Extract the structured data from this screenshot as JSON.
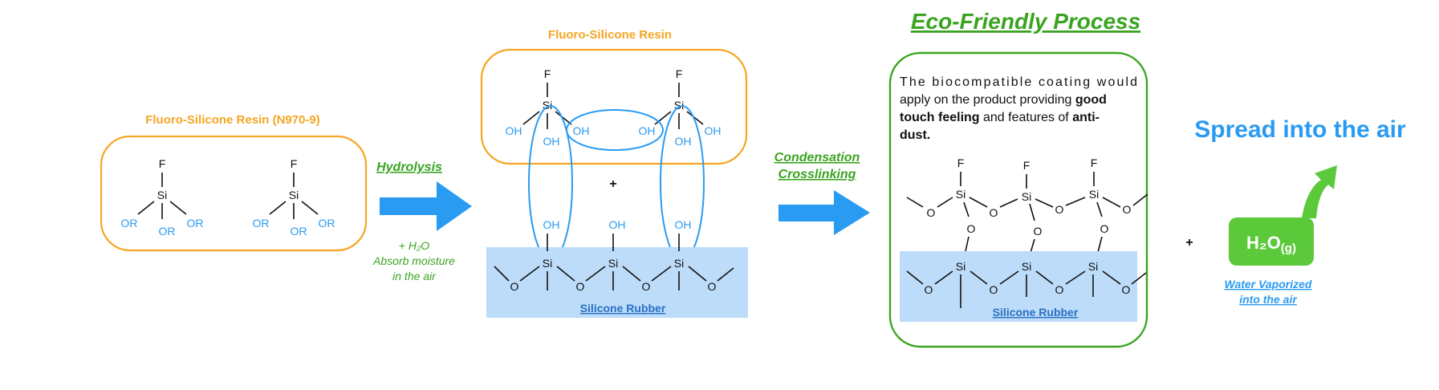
{
  "resin_n970": {
    "title": "Fluoro-Silicone Resin (N970-9)"
  },
  "step1": {
    "title": "Hydrolysis",
    "note_line1": "+ H₂O",
    "note_line2": "Absorb moisture",
    "note_line3": "in the air"
  },
  "resin_hydrolyzed": {
    "title": "Fluoro-Silicone Resin"
  },
  "plus_sign": "+",
  "substrate": {
    "label": "Silicone Rubber"
  },
  "step2": {
    "title_line1": "Condensation",
    "title_line2": "Crosslinking"
  },
  "eco": {
    "title": "Eco-Friendly Process",
    "desc_line1": "The biocompatible coating would",
    "desc_line2": "apply on the product providing",
    "desc_bold1": "good",
    "desc_line3a": "touch feeling",
    "desc_line3b": " and features of ",
    "desc_bold3": "anti-",
    "desc_line4": "dust.",
    "substrate_label": "Silicone Rubber"
  },
  "water": {
    "formula": "H₂O",
    "subscript": "(g)",
    "caption_line1": "Water Vaporized",
    "caption_line2": "into the air"
  },
  "spread": {
    "title": "Spread into the air"
  },
  "atoms": {
    "F": "F",
    "Si": "Si",
    "O": "O",
    "OR": "OR",
    "OH": "OH"
  },
  "colors": {
    "orange": "#f5a623",
    "blue": "#2a9bf2",
    "green": "#3aa421",
    "substrate": "#bcdcfa",
    "water_box": "#5cc93b"
  }
}
